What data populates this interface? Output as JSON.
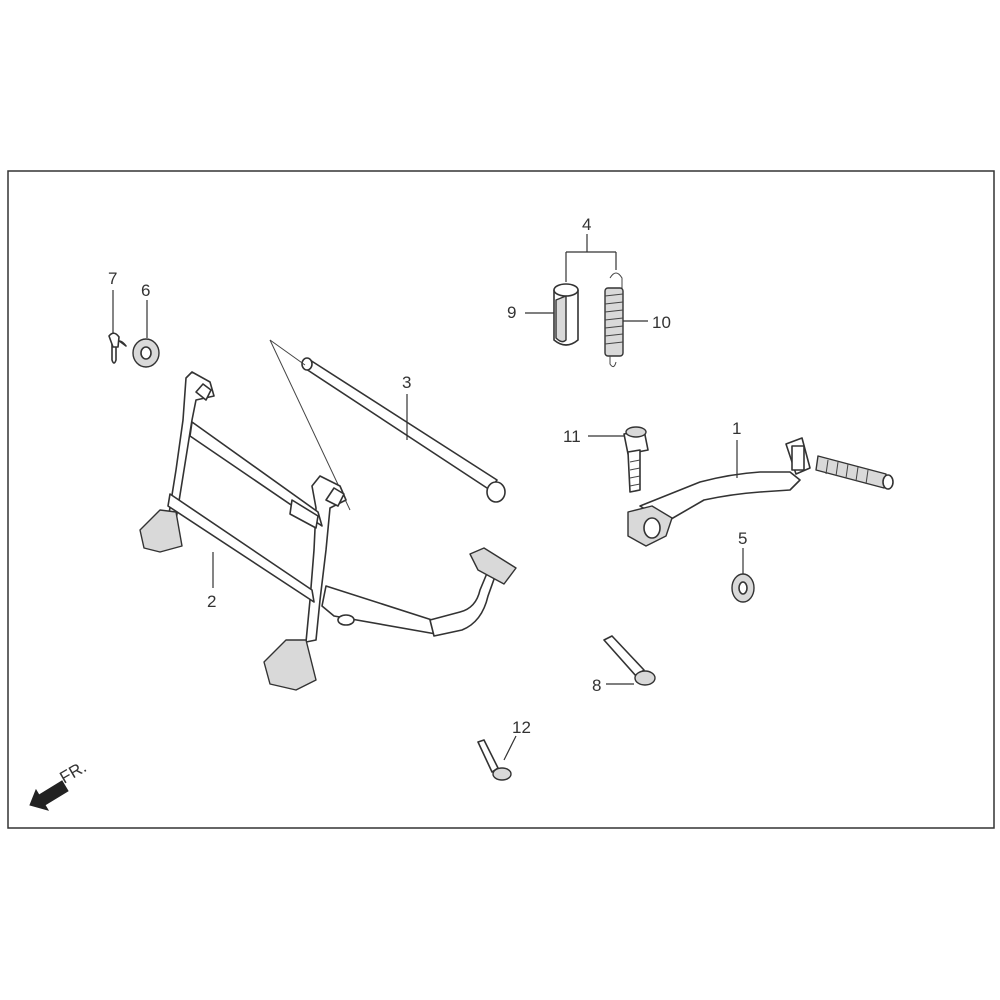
{
  "diagram": {
    "direction_label": "FR.",
    "callouts": [
      {
        "id": "c1",
        "text": "1"
      },
      {
        "id": "c2",
        "text": "2"
      },
      {
        "id": "c3",
        "text": "3"
      },
      {
        "id": "c4",
        "text": "4"
      },
      {
        "id": "c5",
        "text": "5"
      },
      {
        "id": "c6",
        "text": "6"
      },
      {
        "id": "c7",
        "text": "7"
      },
      {
        "id": "c8",
        "text": "8"
      },
      {
        "id": "c9",
        "text": "9"
      },
      {
        "id": "c10",
        "text": "10"
      },
      {
        "id": "c11",
        "text": "11"
      },
      {
        "id": "c12",
        "text": "12"
      }
    ]
  },
  "colors": {
    "line": "#333333",
    "border": "#333333",
    "shade": "#d9d9d9",
    "background": "#ffffff"
  }
}
